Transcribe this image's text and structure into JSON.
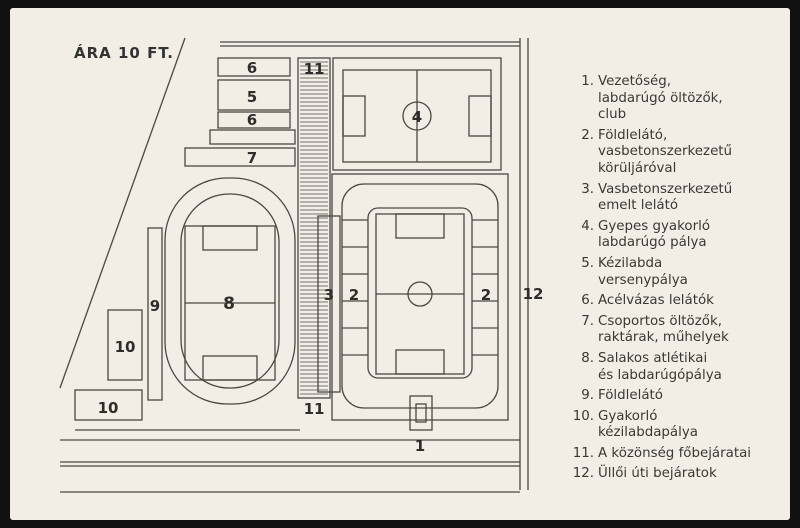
{
  "title": "ÁRA 10 FT.",
  "map_labels": {
    "n6a": "6",
    "n5": "5",
    "n6b": "6",
    "n7": "7",
    "n11a": "11",
    "n11b": "11",
    "n4": "4",
    "n8": "8",
    "n9": "9",
    "n3": "3",
    "n2a": "2",
    "n2b": "2",
    "n12": "12",
    "n10a": "10",
    "n10b": "10",
    "n1": "1"
  },
  "legend": [
    {
      "num": "1.",
      "text": "Vezetőség,\nlabdarúgó öltözők,\nclub"
    },
    {
      "num": "2.",
      "text": "Földlelátó,\nvasbetonszerkezetű\nkörüljáróval"
    },
    {
      "num": "3.",
      "text": "Vasbetonszerkezetű\nemelt lelátó"
    },
    {
      "num": "4.",
      "text": "Gyepes gyakorló\nlabdarúgó pálya"
    },
    {
      "num": "5.",
      "text": "Kézilabda\nversenypálya"
    },
    {
      "num": "6.",
      "text": "Acélvázas lelátók"
    },
    {
      "num": "7.",
      "text": "Csoportos öltözők,\nraktárak, műhelyek"
    },
    {
      "num": "8.",
      "text": "Salakos atlétikai\nés labdarúgópálya"
    },
    {
      "num": "9.",
      "text": "Földlelátó"
    },
    {
      "num": "10.",
      "text": "Gyakorló\nkézilabdapálya"
    },
    {
      "num": "11.",
      "text": "A közönség főbejáratai"
    },
    {
      "num": "12.",
      "text": "Üllői úti bejáratok"
    }
  ]
}
